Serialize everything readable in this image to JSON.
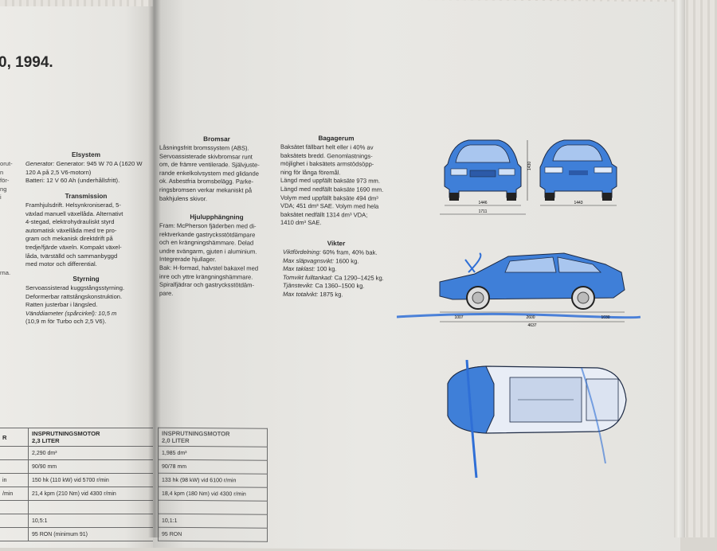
{
  "left_page": {
    "title_fragment": "0, 1994.",
    "left_fragments": [
      "orut-",
      "",
      "n",
      "för-",
      "ng",
      "i",
      "",
      "s",
      "vid",
      "",
      "",
      "",
      "",
      "",
      "",
      "",
      "",
      "rna."
    ],
    "elsystem": {
      "heading": "Elsystem",
      "lines": [
        "Generator: 945 W 70 A (1620 W",
        "120 A på 2,5 V6-motorn)",
        "Batteri: 12 V 60 Ah (underhållsfritt)."
      ]
    },
    "transmission": {
      "heading": "Transmission",
      "lines": [
        "Framhjulsdrift. Helsynkroniserad, 5-",
        "växlad manuell växellåda. Alternativt",
        "4-stegad, elektrohydrauliskt styrd",
        "automatisk växellåda med tre pro-",
        "gram och mekanisk direktdrift på",
        "tredje/fjärde växeln. Kompakt växel-",
        "låda, tvärställd och sammanbyggd",
        "med motor och differential."
      ]
    },
    "styrning": {
      "heading": "Styrning",
      "lines": [
        "Servoassisterad kuggstångsstyrning.",
        "Deformerbar rattstångskonstruktion.",
        "Ratten justerbar i längsled.",
        "Vänddiameter (spårcirkel): 10,5 m",
        "(10,9 m för Turbo och 2,5 V6)."
      ]
    },
    "table": {
      "header_left": "R",
      "header": [
        "INSPRUTNINGSMOTOR",
        "2,3 LITER"
      ],
      "rows": [
        "2,290 dm³",
        "90/90 mm",
        "150 hk (110 kW) vid 5700 r/min",
        "21,4 kpm (210 Nm) vid 4300 r/min",
        "",
        "10,5:1",
        "95 RON (minimum 91)"
      ],
      "row_left": [
        "",
        "",
        "in",
        "/min",
        "",
        "",
        ""
      ]
    }
  },
  "right_page": {
    "bromsar": {
      "heading": "Bromsar",
      "lines": [
        "Låsningsfritt bromssystem (ABS).",
        "Servoassisterade skivbromsar runt",
        "om, de främre ventilerade. Självjuste-",
        "rande enkelkolvsystem med glidande",
        "ok. Asbestfria bromsbelägg. Parke-",
        "ringsbromsen verkar mekaniskt på",
        "bakhjulens skivor."
      ]
    },
    "hjulupphangning": {
      "heading": "Hjulupphängning",
      "lines": [
        "Fram: McPherson fjäderben med di-",
        "rektverkande gastrycksstötdämpare",
        "och en krängningshämmare. Delad",
        "undre svängarm, gjuten i aluminium.",
        "Integrerade hjullager.",
        "Bak: H-formad, halvstel bakaxel med",
        "inre och yttre krängningshämmare.",
        "Spiralfjädrar och gastrycksstötdäm-",
        "pare."
      ]
    },
    "bagagerum": {
      "heading": "Bagagerum",
      "lines": [
        "Baksätet fällbart helt eller i 40% av",
        "baksätets bredd. Genomlastnings-",
        "möjlighet i baksätets armstödsöpp-",
        "ning för långa föremål.",
        "Längd med uppfällt baksäte 973 mm.",
        "Längd med nedfällt baksäte 1690 mm.",
        "Volym med uppfällt baksäte 494 dm³",
        "VDA; 451 dm³ SAE. Volym med hela",
        "baksätet nedfällt 1314 dm³ VDA;",
        "1410 dm³ SAE."
      ]
    },
    "vikter": {
      "heading": "Vikter",
      "lines": [
        {
          "label": "Viktfördelning:",
          "value": " 60% fram, 40% bak."
        },
        {
          "label": "Max släpvagnsvikt:",
          "value": " 1600 kg."
        },
        {
          "label": "Max taklast:",
          "value": " 100 kg."
        },
        {
          "label": "Tomvikt fulltankad:",
          "value": " Ca 1290–1425 kg."
        },
        {
          "label": "Tjänstevikt:",
          "value": " Ca 1360–1500 kg."
        },
        {
          "label": "Max totalvikt:",
          "value": " 1875 kg."
        }
      ]
    },
    "table": {
      "header": [
        "INSPRUTNINGSMOTOR",
        "2,0 LITER"
      ],
      "rows": [
        "1,985 dm³",
        "90/78 mm",
        "133 hk (98 kW) vid 6100 r/min",
        "18,4 kpm (180 Nm) vid 4300 r/min",
        "",
        "10,1:1",
        "95 RON"
      ]
    },
    "dimensions": {
      "front_width": "1446",
      "front_track": "1711",
      "rear_width": "1443",
      "height": "1430",
      "overhang_front": "1007",
      "wheelbase": "2600",
      "overhang_rear": "1030",
      "length": "4637"
    },
    "ink_color": "#2f6fd6"
  }
}
